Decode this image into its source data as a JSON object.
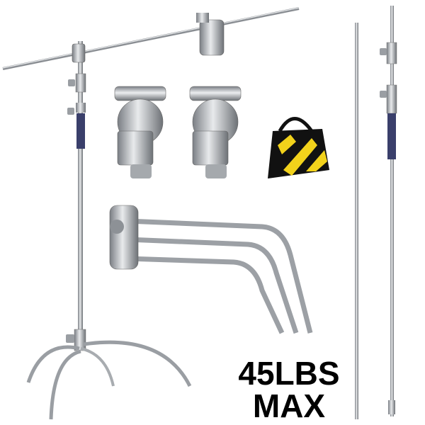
{
  "caption": {
    "line1": "45LBS",
    "line2": "MAX"
  },
  "colors": {
    "steel": "#b9bcc0",
    "steel_dark": "#6f7378",
    "grip": "#3a3f6b",
    "sandbag_black": "#111111",
    "sandbag_yellow": "#f2d21b"
  },
  "items": [
    "c-stand",
    "boom-arm",
    "grip-head",
    "grip-head",
    "sandbag",
    "extension-arms",
    "riser-pole",
    "riser-stand"
  ]
}
